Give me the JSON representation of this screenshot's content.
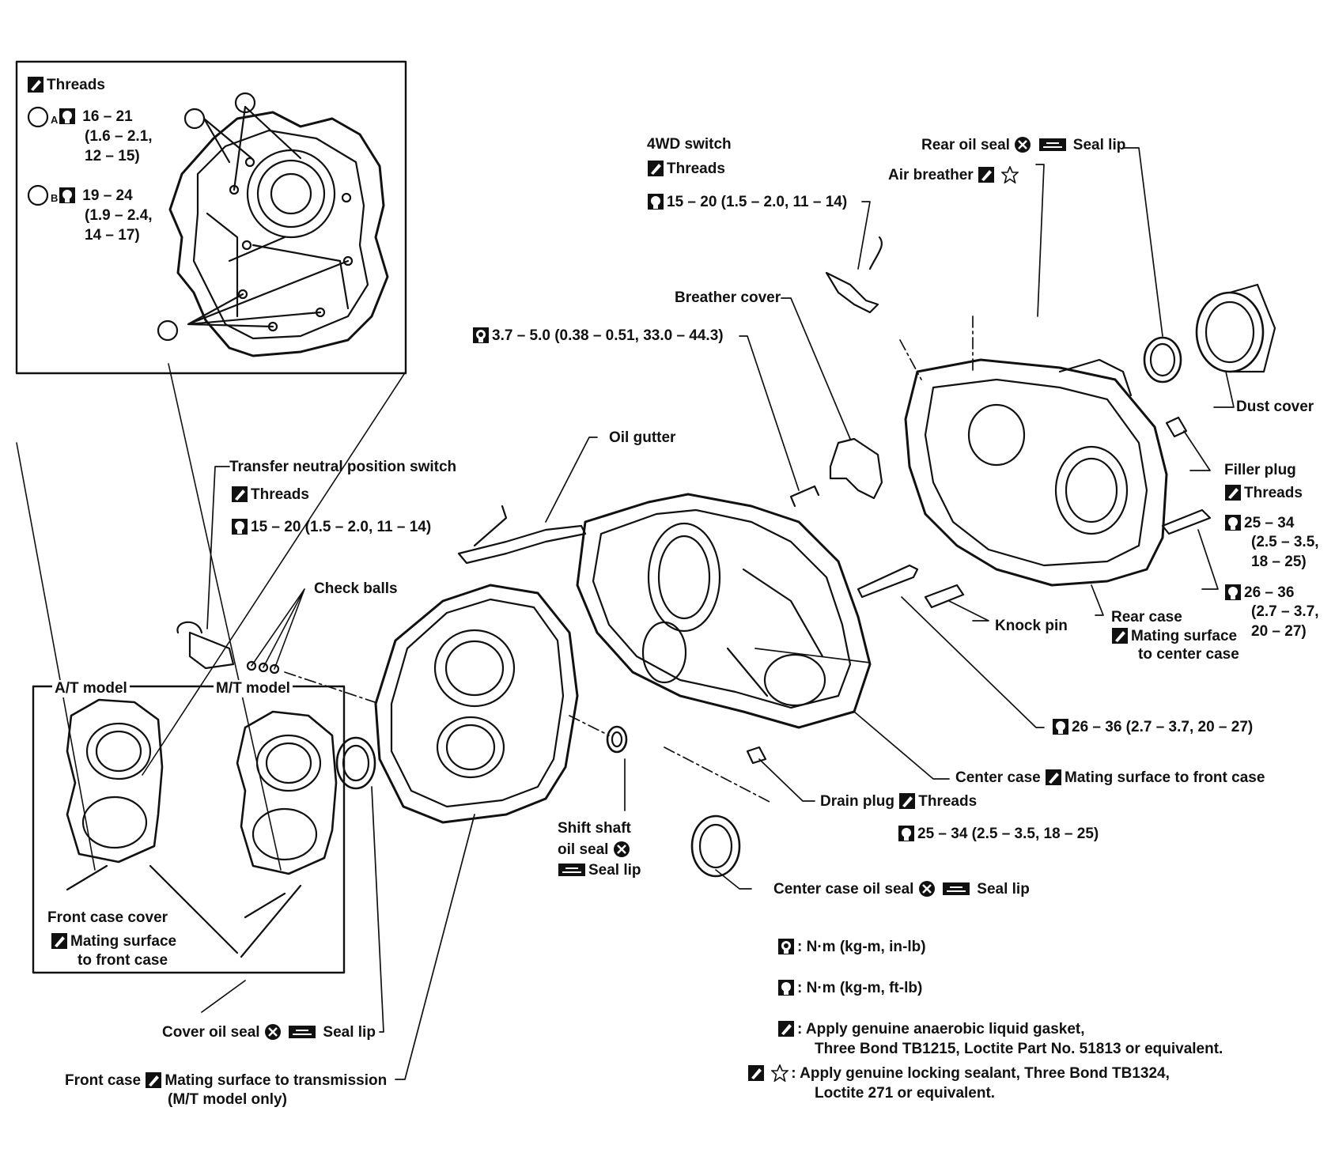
{
  "inset_top": {
    "threads": "Threads",
    "a_letter": "A",
    "a_torque": [
      "16 – 21",
      "(1.6 – 2.1,",
      "12 – 15)"
    ],
    "b_letter": "B",
    "b_torque": [
      "19 – 24",
      "(1.9 – 2.4,",
      "14 – 17)"
    ]
  },
  "switch_4wd": {
    "title": "4WD switch",
    "threads": "Threads",
    "torque": "15 – 20 (1.5 – 2.0, 11 – 14)"
  },
  "rear_oil_seal": {
    "label": "Rear oil seal",
    "seal_lip": "Seal lip"
  },
  "air_breather": "Air breather",
  "breather_cover": "Breather cover",
  "bolt_small_torque": "3.7 – 5.0 (0.38 – 0.51, 33.0 – 44.3)",
  "dust_cover": "Dust cover",
  "oil_gutter": "Oil gutter",
  "neutral_switch": {
    "title": "Transfer neutral position switch",
    "threads": "Threads",
    "torque": "15 – 20 (1.5 – 2.0, 11 – 14)"
  },
  "filler_plug": {
    "title": "Filler plug",
    "threads": "Threads",
    "torque": [
      "25 – 34",
      "(2.5 – 3.5,",
      "18 – 25)"
    ]
  },
  "check_balls": "Check balls",
  "rear_case_bolt_torque": [
    "26 – 36",
    "(2.7 – 3.7,",
    "20 – 27)"
  ],
  "knock_pin": "Knock pin",
  "rear_case": {
    "title": "Rear case",
    "mating": "Mating surface",
    "mating2": "to center case"
  },
  "inset_bottom": {
    "at_model": "A/T model",
    "mt_model": "M/T model",
    "front_case_cover": "Front case cover",
    "mating": "Mating surface",
    "mating2": "to front case"
  },
  "center_bolt_torque": "26 – 36 (2.7 – 3.7, 20 – 27)",
  "center_case": {
    "title": "Center case",
    "mating": "Mating surface to front case"
  },
  "drain_plug": {
    "title": "Drain plug",
    "threads": "Threads",
    "torque": "25 – 34 (2.5 – 3.5, 18 – 25)"
  },
  "shift_shaft": {
    "line1": "Shift shaft",
    "line2": "oil seal",
    "seal_lip": "Seal lip"
  },
  "center_case_oil_seal": {
    "label": "Center case oil seal",
    "seal_lip": "Seal lip"
  },
  "legend": {
    "nm_inlb": ": N·m (kg-m, in-lb)",
    "nm_ftlb": ": N·m (kg-m, ft-lb)",
    "gasket1": ": Apply genuine anaerobic liquid gasket,",
    "gasket2": "Three Bond TB1215, Loctite Part No. 51813 or equivalent.",
    "sealant1": ": Apply genuine locking sealant, Three Bond TB1324,",
    "sealant2": "Loctite 271 or equivalent."
  },
  "cover_oil_seal": {
    "label": "Cover oil seal",
    "seal_lip": "Seal lip"
  },
  "front_case": {
    "title": "Front case",
    "mating": "Mating surface to transmission",
    "note": "(M/T model only)"
  }
}
